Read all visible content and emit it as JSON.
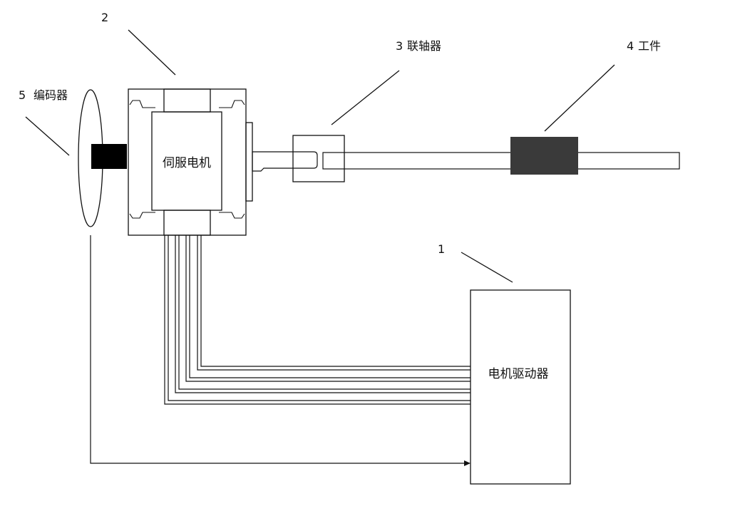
{
  "labels": {
    "num_motor": "2",
    "num_encoder": "5",
    "encoder": "编码器",
    "num_coupling": "3",
    "coupling": "联轴器",
    "num_workpiece": "4",
    "workpiece": "工件",
    "num_driver": "1"
  },
  "blocks": {
    "motor": "伺服电机",
    "driver": "电机驱动器"
  },
  "colors": {
    "line": "#111111",
    "workpiece_fill": "#3a3a3a",
    "encoder_hub_fill": "#000000"
  }
}
